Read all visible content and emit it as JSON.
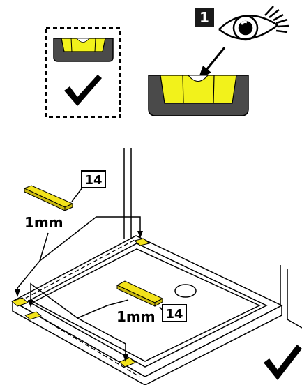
{
  "colors": {
    "level_body": "#4a4a4a",
    "bubble_yellow": "#f2f21b",
    "spacer_yellow": "#f2e21b",
    "line": "#000000",
    "background": "#ffffff"
  },
  "callouts": {
    "step_number": "1",
    "part_number_top": "14",
    "part_number_bottom": "14"
  },
  "labels": {
    "thickness_top": "1mm",
    "thickness_bottom": "1mm"
  },
  "icons": [
    "eye-icon",
    "spirit-level-icon",
    "checkmark-icon",
    "spacer-strip-icon"
  ]
}
